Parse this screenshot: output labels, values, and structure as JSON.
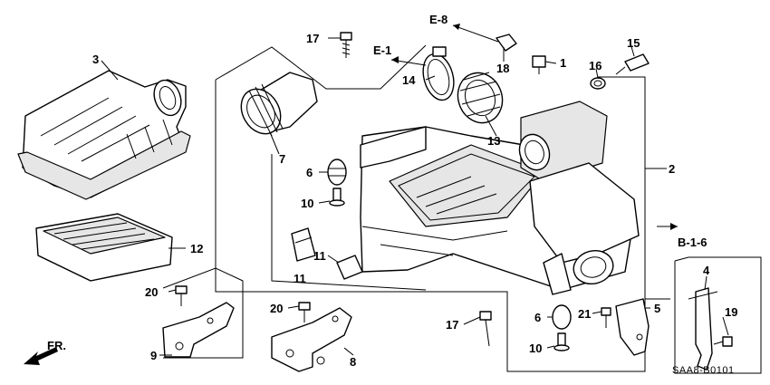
{
  "callouts": {
    "c1": "1",
    "c2": "2",
    "c3": "3",
    "c4": "4",
    "c5": "5",
    "c6a": "6",
    "c6b": "6",
    "c7": "7",
    "c8": "8",
    "c9": "9",
    "c10a": "10",
    "c10b": "10",
    "c11a": "11",
    "c11b": "11",
    "c12": "12",
    "c13": "13",
    "c14": "14",
    "c15": "15",
    "c16": "16",
    "c17a": "17",
    "c17b": "17",
    "c18": "18",
    "c19": "19",
    "c20a": "20",
    "c20b": "20",
    "c21": "21"
  },
  "references": {
    "e8": "E-8",
    "e1": "E-1",
    "b16": "B-1-6",
    "front": "FR."
  },
  "diagram_code": "SAA8-B0101"
}
